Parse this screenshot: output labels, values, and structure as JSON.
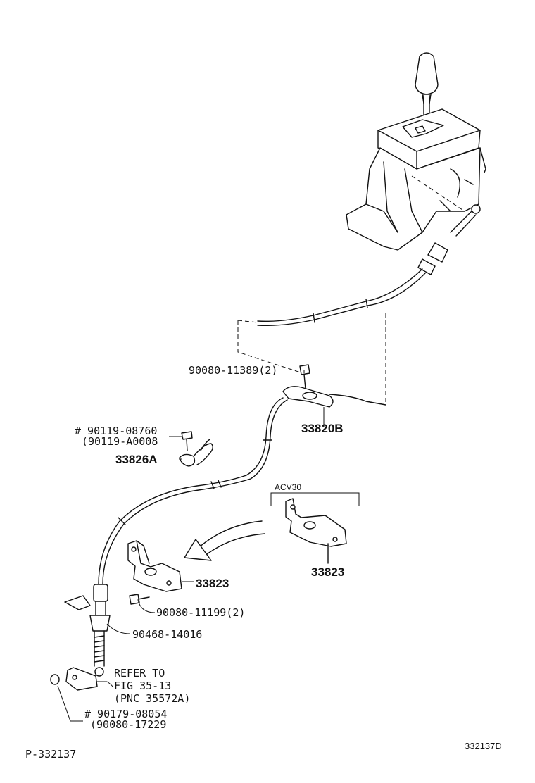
{
  "labels": {
    "bolt_top": "90080-11389(2)",
    "cable_assy": "33820B",
    "clip_hash": "# 90119-08760",
    "clip_alt": "(90119-A0008",
    "retainer": "33826A",
    "acv_group": "ACV30",
    "bracket_right": "33823",
    "bracket_left": "33823",
    "bolt_bracket": "90080-11199(2)",
    "clip_cable": "90468-14016",
    "refer_line1": "REFER TO",
    "refer_line2": "FIG 35-13",
    "refer_line3": "(PNC 35572A)",
    "nut_hash": "# 90179-08054",
    "nut_alt": "(90080-17229",
    "page_code": "P-332137",
    "fig_code": "332137D"
  }
}
